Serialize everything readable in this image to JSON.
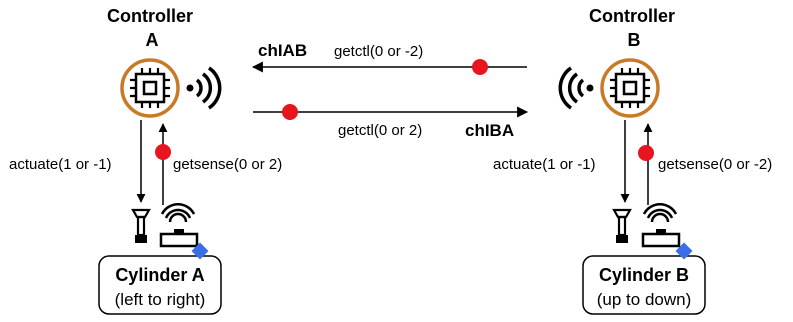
{
  "controllers": {
    "a": {
      "title": "Controller",
      "id": "A"
    },
    "b": {
      "title": "Controller",
      "id": "B"
    }
  },
  "channels": {
    "ab": {
      "name": "chIAB",
      "label": "getctl(0 or -2)"
    },
    "ba": {
      "name": "chIBA",
      "label": "getctl(0 or 2)"
    }
  },
  "links": {
    "a_actuate": "actuate(1 or -1)",
    "a_sense": "getsense(0 or 2)",
    "b_actuate": "actuate(1 or -1)",
    "b_sense": "getsense(0 or -2)"
  },
  "cylinders": {
    "a": {
      "name": "Cylinder A",
      "direction": "(left to right)"
    },
    "b": {
      "name": "Cylinder B",
      "direction": "(up to down)"
    }
  },
  "colors": {
    "chip_ring": "#c87a28",
    "token": "#e8141e",
    "sensor_diamond": "#3a6ee8",
    "line": "#000000"
  },
  "icons": [
    "microchip-icon",
    "wireless-signal-icon",
    "piston-icon",
    "sensor-icon"
  ]
}
